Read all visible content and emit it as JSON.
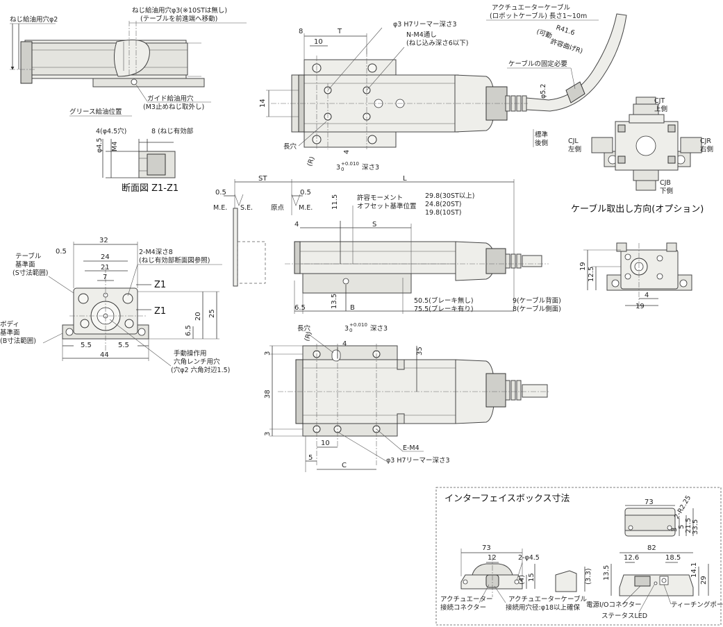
{
  "labels": {
    "top_left_oil_hole": "ねじ給油用穴φ2",
    "top_oil_hole_note1": "ねじ給油用穴φ3(※10STは無し)",
    "top_oil_hole_note2": "(テーブルを前進端へ移動)",
    "guide_oil_1": "ガイド給油用穴",
    "guide_oil_2": "(M3止めねじ取外し)",
    "grease": "グリース給油位置",
    "sec_dim_hole": "4(φ4.5穴)",
    "sec_dim_thread": "8 (ねじ有効部",
    "sec_phi45": "φ4.5",
    "sec_m4": "M4",
    "section_title": "断面図 Z1-Z1",
    "top_phi3": "φ3 H7リーマー深さ3",
    "top_nm4_1": "N-M4通し",
    "top_nm4_2": "(ねじ込み深さ6以下)",
    "long_hole": "長穴",
    "r_mark": "(R)",
    "depth_a": "3",
    "depth_sup": "+0.010",
    "depth_sub": "0",
    "depth_b": "深さ3",
    "cable_1": "アクチュエーターケーブル",
    "cable_2": "(ロボットケーブル) 長さ1~10m",
    "movable_1": "(可動",
    "movable_r": "R41.6",
    "movable_2": "許容曲げR)",
    "cable_fix": "ケーブルの固定必要",
    "phi52": "φ5.2",
    "std_1": "標準",
    "std_2": "後側",
    "cjt_1": "CJT",
    "cjt_2": "上側",
    "cjl_1": "CJL",
    "cjl_2": "左側",
    "cjr_1": "CJR",
    "cjr_2": "右側",
    "cjb_1": "CJB",
    "cjb_2": "下側",
    "cable_dir": "ケーブル取出し方向(オプション)",
    "st": "ST",
    "l": "L",
    "me": "M.E.",
    "se": "S.E.",
    "origin": "原点",
    "moment_1": "許容モーメント",
    "moment_2": "オフセット基準位置",
    "off_30": "29.8(30ST以上)",
    "off_20": "24.8(20ST)",
    "off_10": "19.8(10ST)",
    "s": "S",
    "b": "B",
    "brake_none": "50.5(ブレーキ無し)",
    "brake_yes": "75.5(ブレーキ有り)",
    "cable_back": "9(ケーブル背面)",
    "cable_side": "8(ケーブル側面)",
    "table_ref_1": "テーブル",
    "table_ref_2": "基準面",
    "table_ref_3": "(S寸法範囲)",
    "body_ref_1": "ボディ",
    "body_ref_2": "基準面",
    "body_ref_3": "(B寸法範囲)",
    "m4_depth_1": "2-M4深さ8",
    "m4_depth_2": "(ねじ有効部断面図参照)",
    "z1": "Z1",
    "manual_1": "手動操作用",
    "manual_2": "六角レンチ用穴",
    "manual_3": "(穴φ2 六角対辺1.5)",
    "e_m4": "E-M4",
    "c": "C",
    "t": "T",
    "ib_title": "インターフェイスボックス寸法",
    "ib_2phi45": "2-φ4.5",
    "ib_conn_1": "アクチュエーター",
    "ib_conn_2": "接続コネクター",
    "ib_cable_1": "アクチュエーターケーブル",
    "ib_cable_2": "接続用穴径:φ18以上確保",
    "ib_power": "電源I/Oコネクター",
    "ib_teach": "ティーチングポート",
    "ib_led": "ステータスLED",
    "ib_r225": "2-R2.25"
  },
  "dims": {
    "d8": "8",
    "d10": "10",
    "d14": "14",
    "d4": "4",
    "d05": "0.5",
    "d115": "11.5",
    "d65": "6.5",
    "d135": "13.5",
    "d32": "32",
    "d24": "24",
    "d21": "21",
    "d7": "7",
    "d20": "20",
    "d25": "25",
    "d55": "5.5",
    "d44": "44",
    "d19": "19",
    "d125": "12.5",
    "d3": "3",
    "d38": "38",
    "d35": "35",
    "d5": "5",
    "d73": "73",
    "d12": "12",
    "d15": "15",
    "d33": "(3.3)",
    "d4p": "(4)",
    "d126": "12.6",
    "d185": "18.5",
    "d82": "82",
    "d141": "14.1",
    "d29": "29",
    "d215": "21.5",
    "d335": "33.5",
    "d5b": "5",
    "d3b": "3"
  }
}
